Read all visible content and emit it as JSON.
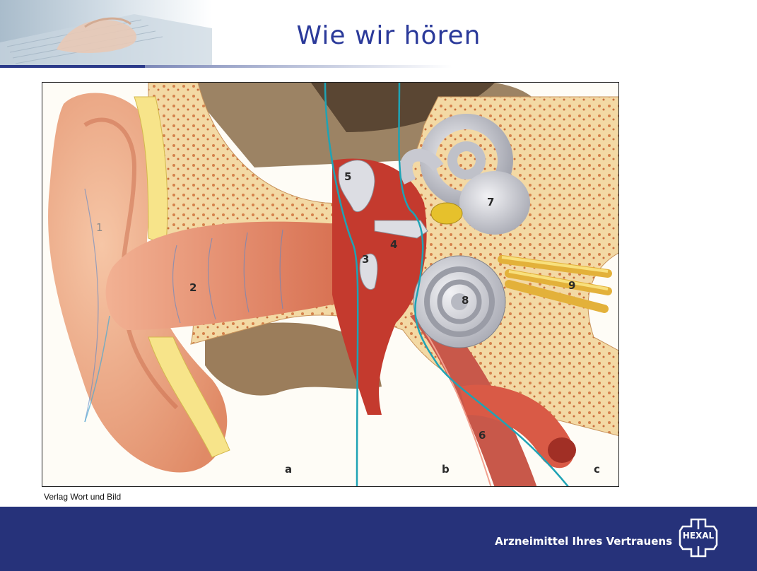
{
  "slide": {
    "title": "Wie wir hören",
    "caption": "Verlag Wort und Bild"
  },
  "figure": {
    "labels": {
      "n1": "1",
      "n2": "2",
      "n3": "3",
      "n4": "4",
      "n5": "5",
      "n6": "6",
      "n7": "7",
      "n8": "8",
      "n9": "9",
      "a": "a",
      "b": "b",
      "c": "c"
    }
  },
  "footer": {
    "claim": "Arzneimittel Ihres Vertrauens",
    "logo_text": "HEXAL"
  },
  "colors": {
    "brand_blue": "#26327a",
    "title_blue": "#2b3a9a",
    "divider_cyan": "#1fa3b5"
  }
}
